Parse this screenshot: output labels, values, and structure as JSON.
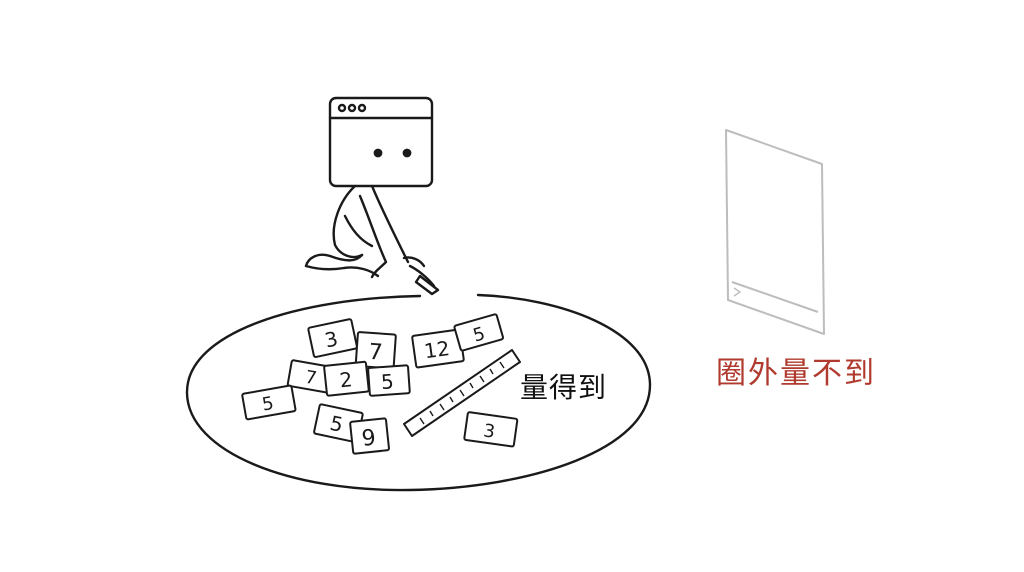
{
  "labels": {
    "inside": "量得到",
    "outside": "圈外量不到"
  },
  "cards": [
    {
      "n": "3"
    },
    {
      "n": "7"
    },
    {
      "n": "12"
    },
    {
      "n": "5"
    },
    {
      "n": "7"
    },
    {
      "n": "2"
    },
    {
      "n": "5"
    },
    {
      "n": "5"
    },
    {
      "n": "5"
    },
    {
      "n": "9"
    },
    {
      "n": "3"
    }
  ],
  "colors": {
    "ink": "#1a1a1a",
    "outside_text": "#b03a2e",
    "ghost_paper": "#bdbdbd"
  },
  "icons": {
    "character": "browser-window-character",
    "ruler": "ruler-icon",
    "paper": "paper-sheet-icon"
  }
}
